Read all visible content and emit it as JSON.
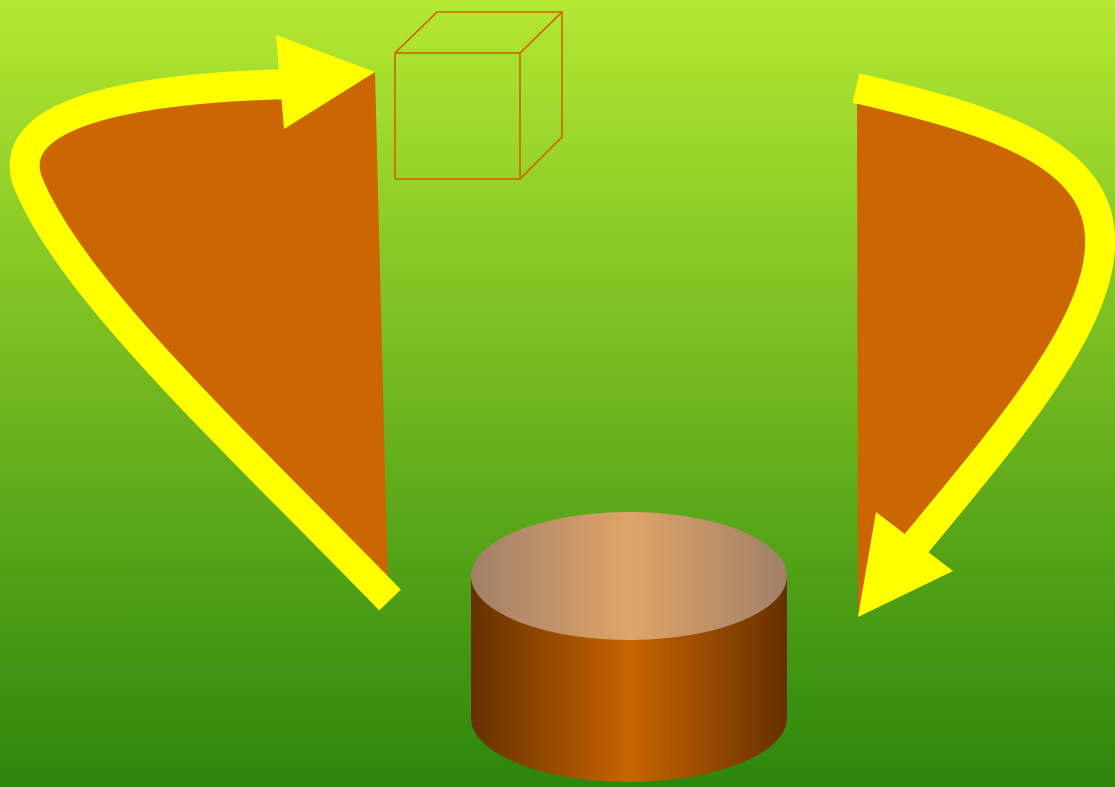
{
  "colors": {
    "background_top": "#B4E832",
    "background_bottom": "#2C860C",
    "wedge_fill": "#CC6600",
    "arrow": "#FFFF00",
    "cube_stroke": "#CC6600",
    "cylinder_top_center": "#E0A468",
    "cylinder_top_edge": "#A08068",
    "cylinder_side_center": "#C86400",
    "cylinder_side_edge": "#653000"
  },
  "shapes": {
    "left_arrow": {
      "name": "left-curved-arrow",
      "direction": "up-to-cube"
    },
    "right_arrow": {
      "name": "right-curved-arrow",
      "direction": "down-to-cylinder"
    },
    "cube": {
      "name": "wireframe-cube"
    },
    "cylinder": {
      "name": "cylinder"
    }
  }
}
